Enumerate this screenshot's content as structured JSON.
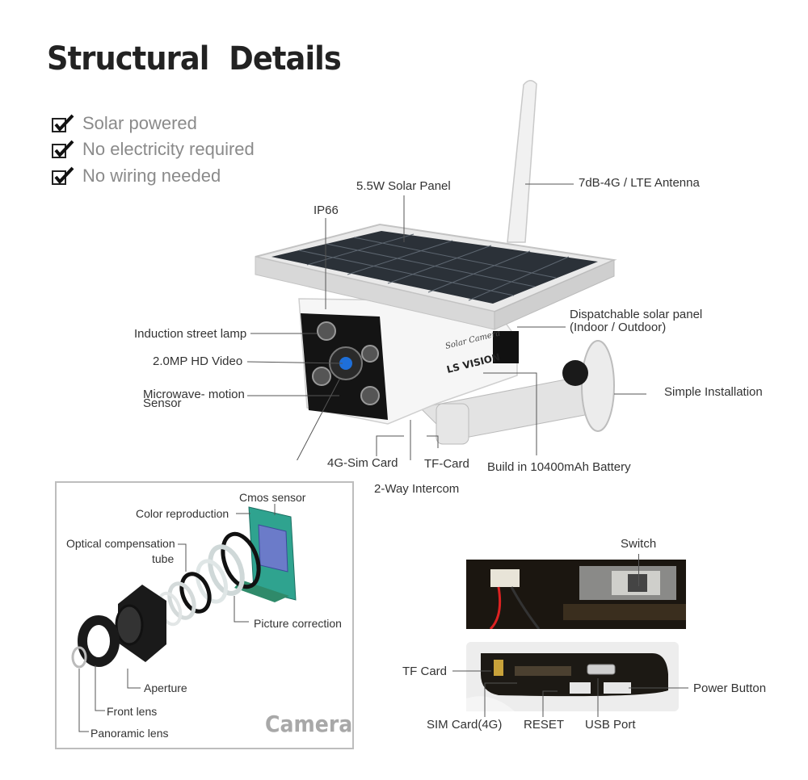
{
  "title": "Structural   Details",
  "features": [
    "Solar  powered",
    "No electricity required",
    "No wiring needed"
  ],
  "labels": {
    "solar_panel": "5.5W Solar Panel",
    "antenna": "7dB-4G / LTE Antenna",
    "ip66": "IP66",
    "dispatchable_1": "Dispatchable solar panel",
    "dispatchable_2": "(Indoor / Outdoor)",
    "induction_lamp": "Induction street lamp",
    "hd_video": "2.0MP HD Video",
    "microwave_1": "Microwave- motion",
    "microwave_2": "Sensor",
    "simple_install": "Simple Installation",
    "sim_card": "4G-Sim Card",
    "tf_card": "TF-Card",
    "battery": "Build in 10400mAh Battery",
    "intercom": "2-Way Intercom",
    "brand": "LS VISION",
    "solar_camera": "Solar Camera"
  },
  "camera_parts": {
    "cmos": "Cmos sensor",
    "color": "Color reproduction",
    "optical_1": "Optical compensation",
    "optical_2": "tube",
    "picture": "Picture correction",
    "aperture": "Aperture",
    "front_lens": "Front lens",
    "panoramic": "Panoramic lens",
    "title": "Camera"
  },
  "board": {
    "switch": "Switch",
    "tf_card": "TF Card",
    "power_button": "Power Button",
    "sim_card": "SIM Card(4G)",
    "reset": "RESET",
    "usb": "USB Port"
  },
  "colors": {
    "title": "#222222",
    "feature_text": "#8a8a8a",
    "camera_title": "#a8a8a8",
    "lens_blue": "#1e6fd9"
  }
}
